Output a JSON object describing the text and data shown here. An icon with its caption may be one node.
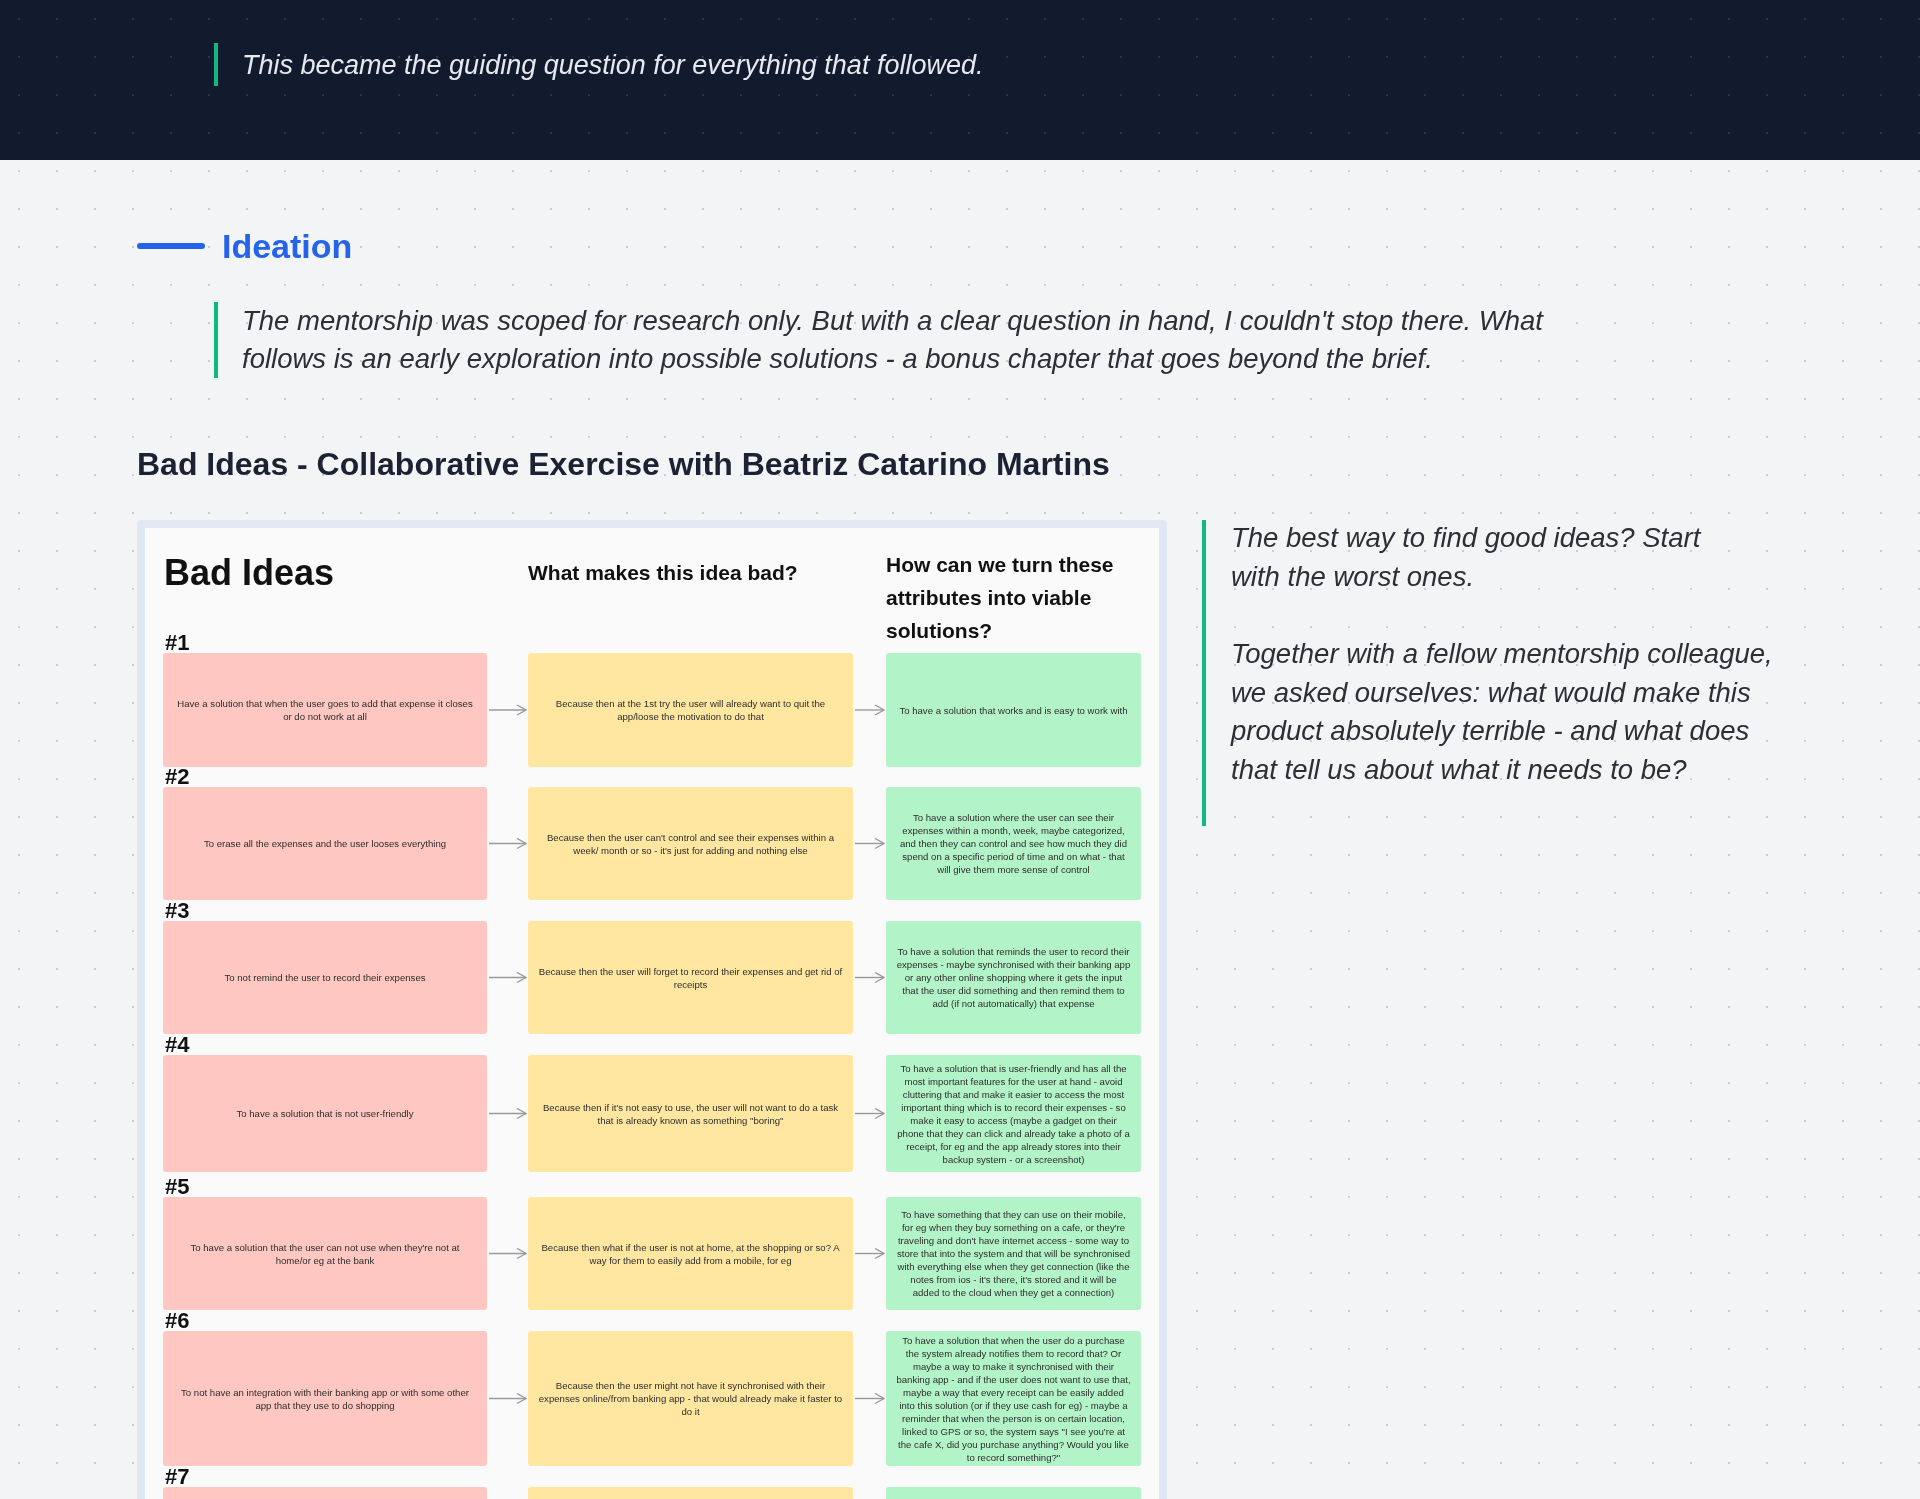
{
  "diagram": {
    "title": "Bad Ideas - Collaborative Exercise with Beatriz Catarino Martins",
    "nodes": [
      {
        "text": [
          "#1",
          "Have a solution that when the user goes to add that expense it closes or do not work at all"
        ]
      },
      {
        "text": [
          "Because then at the 1st try the user will already want to quit the app/loose the motivation to do that"
        ]
      },
      {
        "text": [
          "To have a solution that works and is easy to work with"
        ]
      },
      {
        "text": [
          "#2",
          "To erase all the expenses and the user looses everything"
        ]
      },
      {
        "text": [
          "Because then the user can't control and see their expenses within a week/ month or so - it's just for adding and nothing else"
        ]
      },
      {
        "text": [
          "To have a solution where the user can see their expenses within a month, week, maybe categorized, and then they can control and see how much they did spend on a specific period of time and on what - that will give them more sense of control"
        ]
      },
      {
        "text": [
          "#3",
          "To not remind the user to record their expenses"
        ]
      },
      {
        "text": [
          "Because then the user will forget to record their expenses and get rid of receipts"
        ]
      },
      {
        "text": [
          "To have a solution that reminds the user to record their expenses - maybe synchronised with their banking app or any other online shopping where it gets the input that the user did something and then remind them to add (if not automatically) that expense"
        ]
      },
      {
        "text": [
          "#4",
          "To have a solution that is not user-friendly"
        ]
      },
      {
        "text": [
          "Because then if it's not easy to use, the user will not want to do a task that is already known as something \"boring\""
        ]
      },
      {
        "text": [
          "To have a solution that is user-friendly and has all the most important features for the user at hand - avoid cluttering that and make it easier to access the most important thing which is to record their expenses - so make it easy to access (maybe a gadget on their phone that they can click and already take a photo of a receipt, for eg and the app already stores into their backup system - or a screenshot)"
        ]
      },
      {
        "text": [
          "#5",
          "To have a solution that the user can not use when they're not at home/or eg at the bank"
        ]
      },
      {
        "text": [
          "Because then what if the user is not at home, at the shopping or so? A way for them to easily add from a mobile, for eg"
        ]
      },
      {
        "text": [
          "To have something that they can use on their mobile, for eg when they buy something on a cafe, or they're traveling and don't have internet access - some way to store that into the system and that will be synchronised with everything else when they get connection (like the notes from ios - it's there, it's stored and it will be added to the cloud when they get a connection)"
        ]
      },
      {
        "text": [
          "#6",
          "To not have an integration with their banking app or with some other app that they use to do shopping"
        ]
      },
      {
        "text": [
          "Because then the user might not have it synchronised with their expenses online/from banking app - that would already make it faster to do it"
        ]
      },
      {
        "text": [
          "To have a solution that when the user do a purchase the system already notifies them to record that? Or maybe a way to make it synchronised with their banking app - and if the user does not want to use that, maybe a way that every receipt can be easily added into this solution (or if they use cash for eg) - maybe a reminder that when the person is on certain location, linked to GPS or so, the system says \"I see you're at the cafe X, did you purchase anything? Would you like to record something?\""
        ]
      },
      {
        "text": [
          "#7"
        ]
      },
      {
        "text": [],
        "shape": "box"
      },
      {
        "text": [],
        "shape": "box"
      }
    ],
    "edges": [
      {
        "from": 0,
        "to": 1,
        "arrow": "to"
      },
      {
        "from": 1,
        "to": 2,
        "arrow": "to"
      },
      {
        "from": 3,
        "to": 4,
        "arrow": "to"
      },
      {
        "from": 4,
        "to": 5,
        "arrow": "to"
      },
      {
        "from": 6,
        "to": 7,
        "arrow": "to"
      },
      {
        "from": 7,
        "to": 8,
        "arrow": "to"
      },
      {
        "from": 9,
        "to": 10,
        "arrow": "to"
      },
      {
        "from": 10,
        "to": 11,
        "arrow": "to"
      },
      {
        "from": 12,
        "to": 13,
        "arrow": "to"
      },
      {
        "from": 13,
        "to": 14,
        "arrow": "to"
      },
      {
        "from": 15,
        "to": 16,
        "arrow": "to"
      },
      {
        "from": 16,
        "to": 17,
        "arrow": "to"
      }
    ],
    "labels": [
      "This became the guiding question for everything that followed.",
      "Ideation",
      "The mentorship was scoped for research only. But with a clear question in hand, I couldn't stop there. What follows is an early exploration into possible solutions - a bonus chapter that goes beyond the brief.",
      "Bad Ideas",
      "What makes this idea bad?",
      "How can we turn these attributes into viable solutions?",
      "The best way to find good ideas? Start with the worst ones.",
      "Together with a fellow mentorship colleague, we asked ourselves: what would make this product absolutely terrible - and what does that tell us about what it needs to be?"
    ]
  }
}
